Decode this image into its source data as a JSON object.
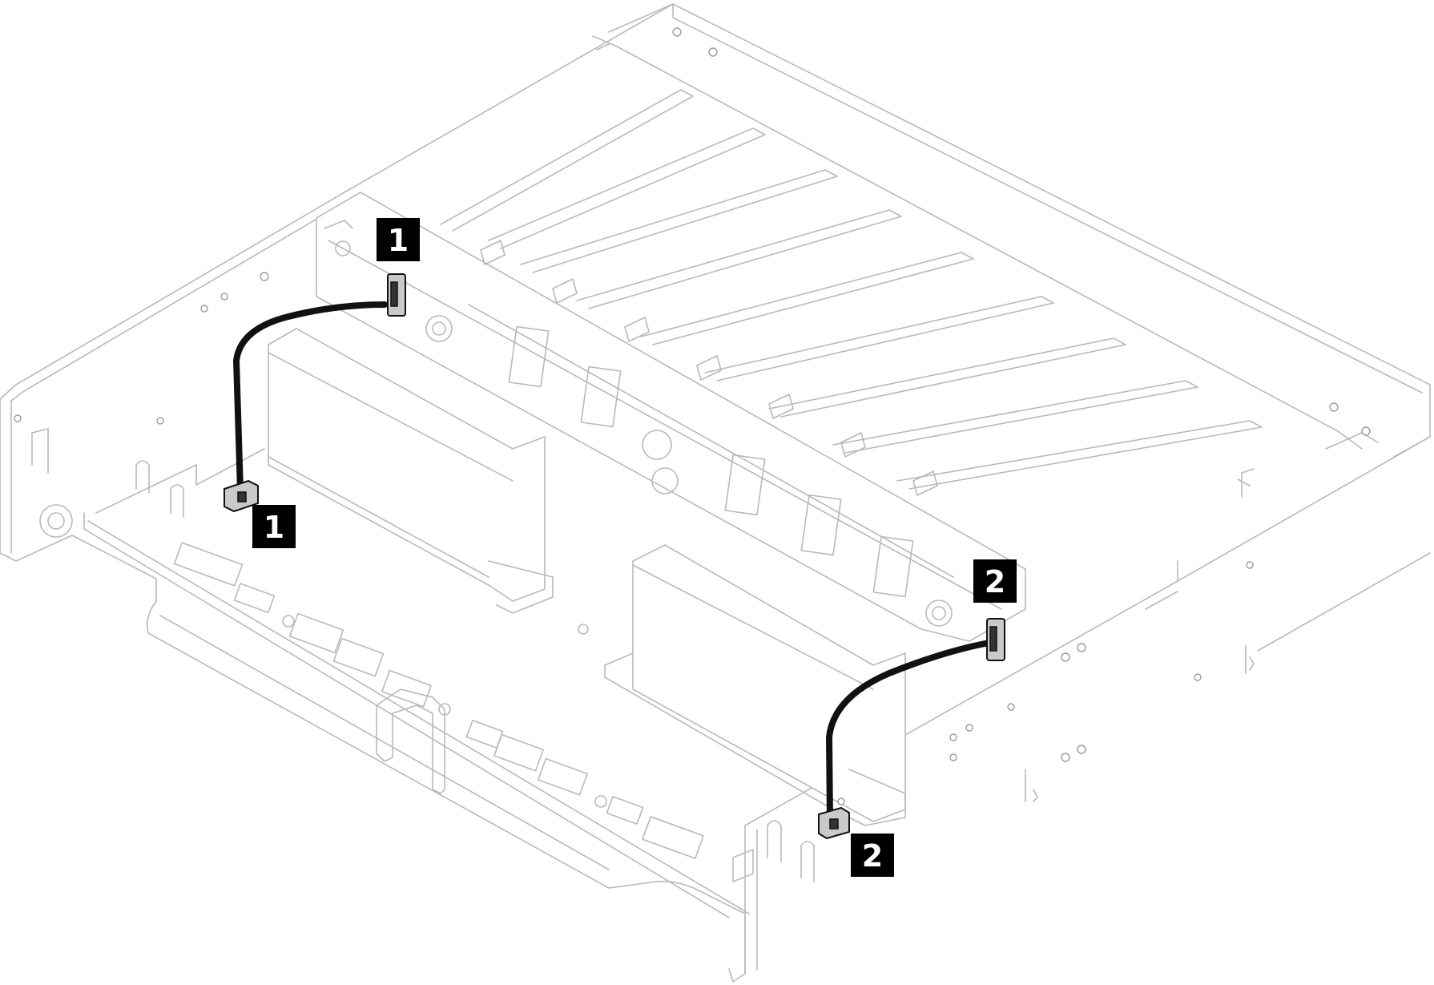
{
  "callouts": [
    {
      "id": "callout-1-top",
      "label": "1"
    },
    {
      "id": "callout-1-bottom",
      "label": "1"
    },
    {
      "id": "callout-2-top",
      "label": "2"
    },
    {
      "id": "callout-2-bottom",
      "label": "2"
    }
  ],
  "colors": {
    "outline": "#b9b9b9",
    "cable": "#111111",
    "callout_background": "#000000",
    "callout_text": "#ffffff"
  }
}
